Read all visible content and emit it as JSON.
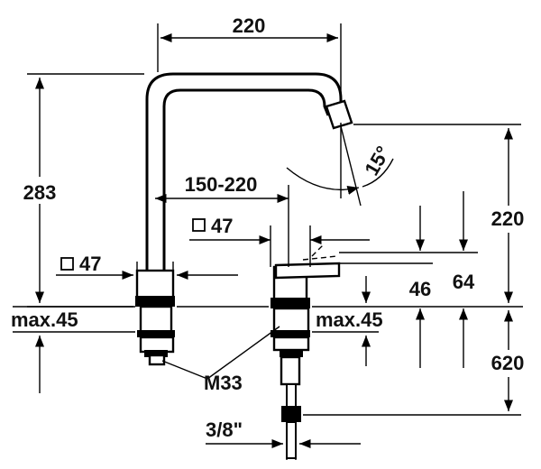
{
  "diagram": {
    "labels": {
      "spout_reach": "220",
      "spout_height": "283",
      "center_distance": "150-220",
      "square_left": "47",
      "square_right": "47",
      "swivel_angle": "15°",
      "outlet_height": "220",
      "lever_height": "46",
      "lever_height_2": "64",
      "max_left": "max.45",
      "max_right": "max.45",
      "thread": "M33",
      "hose_length": "620",
      "connection": "3/8\""
    }
  }
}
